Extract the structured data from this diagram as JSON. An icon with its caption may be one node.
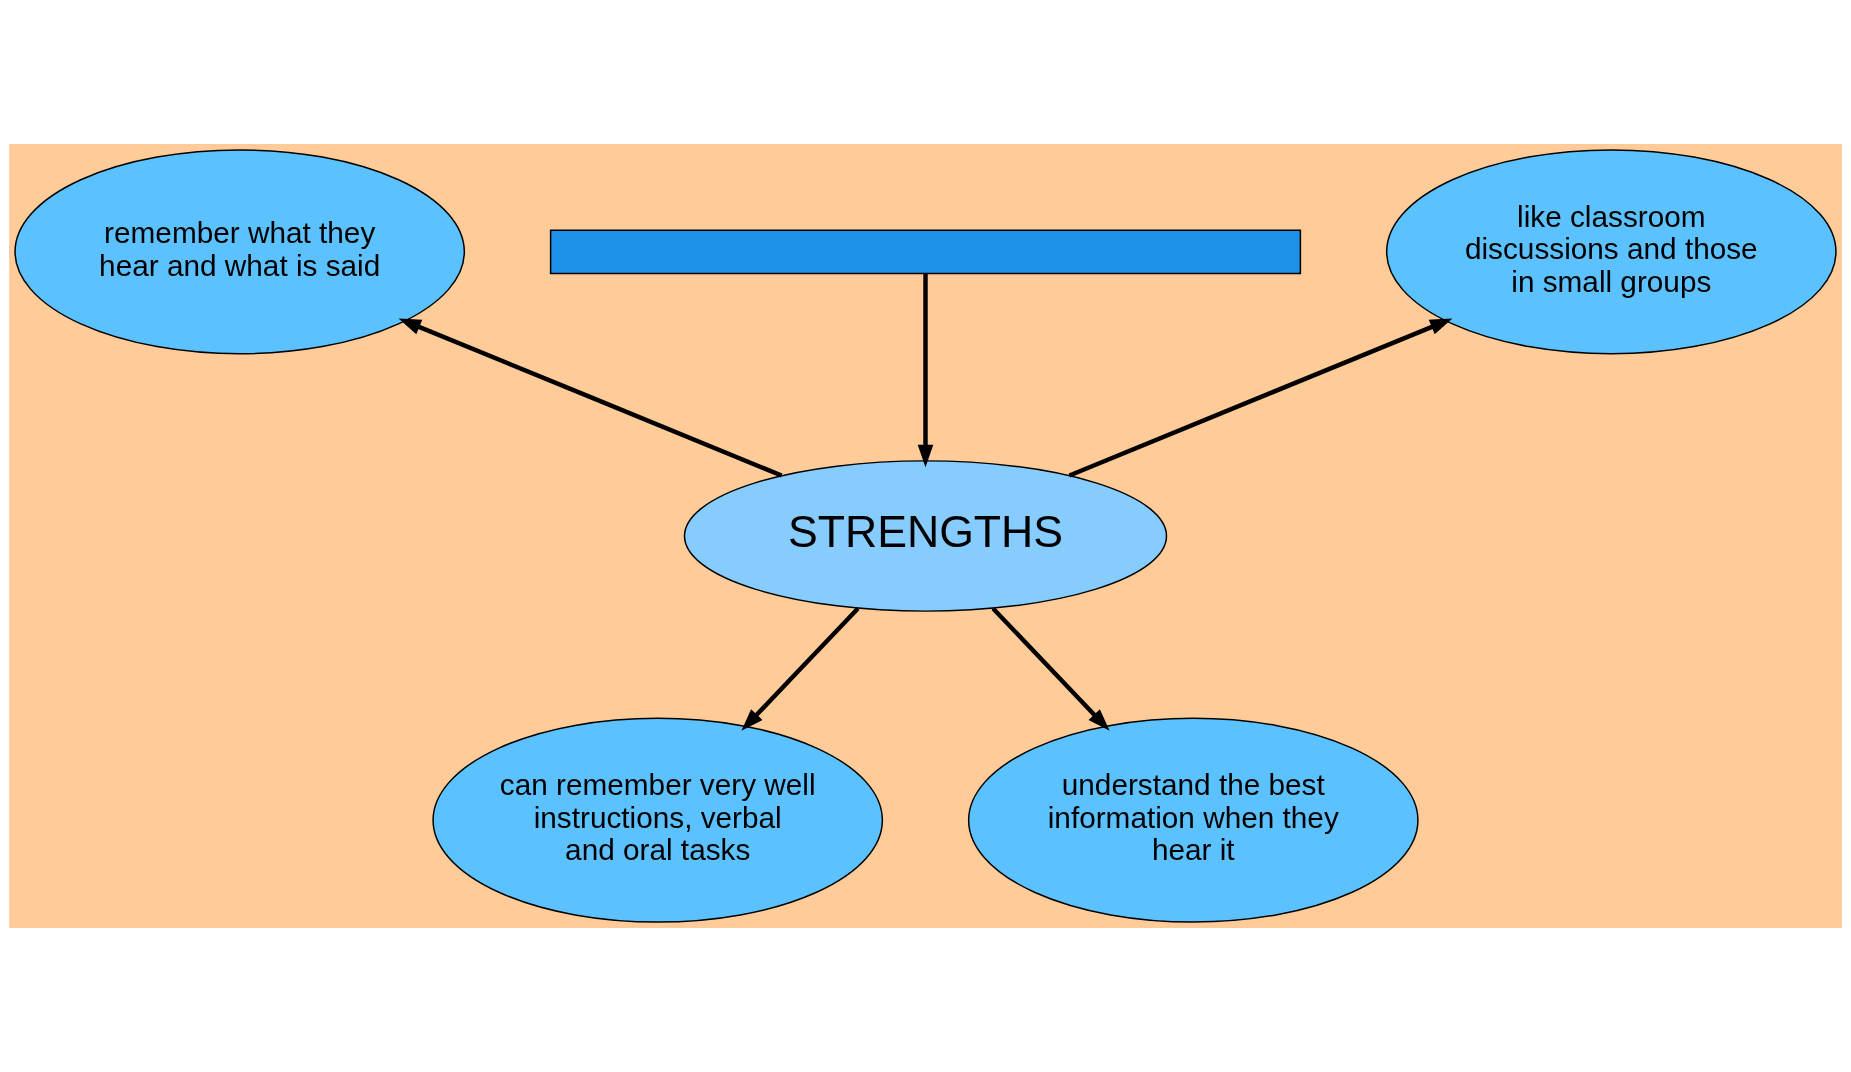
{
  "diagram": {
    "nodes": [
      {
        "text": [],
        "shape": "box"
      },
      {
        "text": [
          "STRENGTHS"
        ]
      },
      {
        "text": [
          "remember what they hear and what is said"
        ]
      },
      {
        "text": [
          "like classroom discussions and those in small groups"
        ]
      },
      {
        "text": [
          "can remember very well instructions, verbal and oral tasks"
        ]
      },
      {
        "text": [
          "understand the best information when they hear it"
        ]
      }
    ],
    "edges": [
      {
        "from": 0,
        "to": 1,
        "arrow": "to"
      },
      {
        "from": 1,
        "to": 2,
        "arrow": "to"
      },
      {
        "from": 1,
        "to": 3,
        "arrow": "to"
      },
      {
        "from": 1,
        "to": 4,
        "arrow": "to"
      },
      {
        "from": 1,
        "to": 5,
        "arrow": "to"
      }
    ]
  }
}
